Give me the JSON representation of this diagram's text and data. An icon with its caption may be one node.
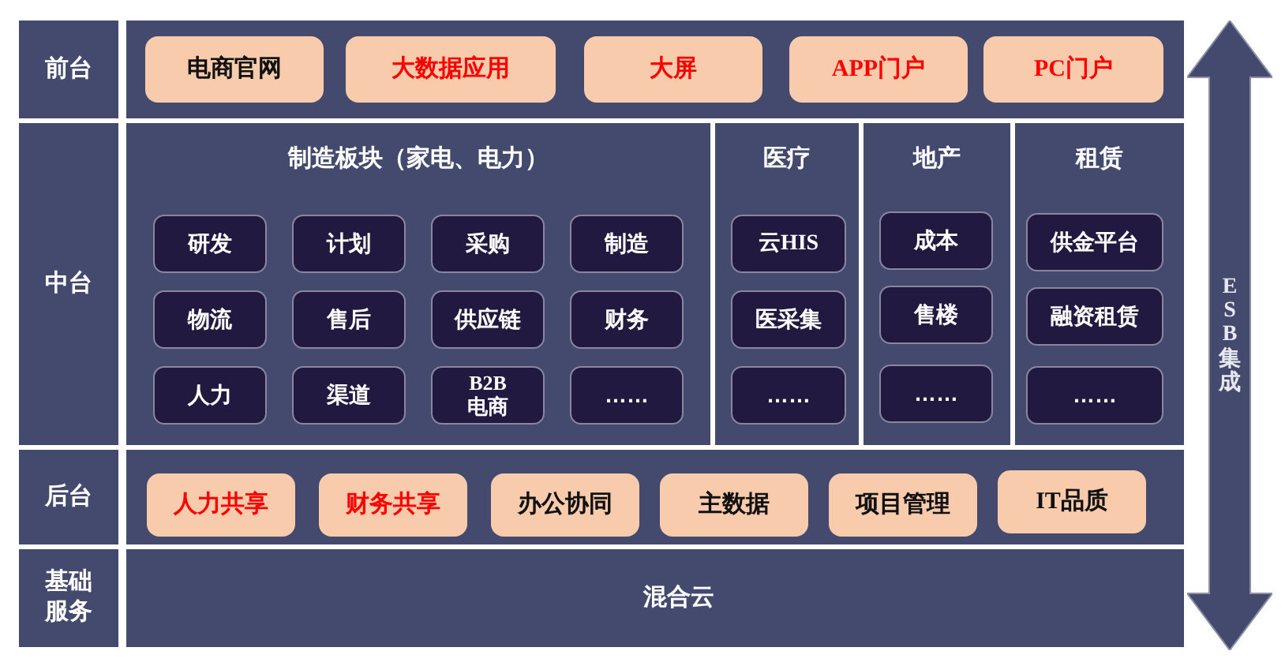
{
  "diagram": {
    "nodes": [
      {
        "text": [
          "前台"
        ]
      },
      {
        "text": [],
        "shape": "box"
      },
      {
        "text": [
          "电商官网"
        ],
        "in": 1
      },
      {
        "text": [
          "大数据应用"
        ],
        "in": 1
      },
      {
        "text": [
          "大屏"
        ],
        "in": 1
      },
      {
        "text": [
          "APP门户"
        ],
        "in": 1
      },
      {
        "text": [
          "PC门户"
        ],
        "in": 1
      },
      {
        "text": [
          "中台"
        ]
      },
      {
        "text": [
          "制造板块（家电、电力）"
        ]
      },
      {
        "text": [
          "研发"
        ],
        "in": 8
      },
      {
        "text": [
          "计划"
        ],
        "in": 8
      },
      {
        "text": [
          "采购"
        ],
        "in": 8
      },
      {
        "text": [
          "制造"
        ],
        "in": 8
      },
      {
        "text": [
          "物流"
        ],
        "in": 8
      },
      {
        "text": [
          "售后"
        ],
        "in": 8
      },
      {
        "text": [
          "供应链"
        ],
        "in": 8
      },
      {
        "text": [
          "财务"
        ],
        "in": 8
      },
      {
        "text": [
          "人力"
        ],
        "in": 8
      },
      {
        "text": [
          "渠道"
        ],
        "in": 8
      },
      {
        "text": [
          "B2B电商"
        ],
        "in": 8
      },
      {
        "text": [
          "……"
        ],
        "in": 8
      },
      {
        "text": [
          "医疗"
        ]
      },
      {
        "text": [
          "云HIS"
        ],
        "in": 21
      },
      {
        "text": [
          "医采集"
        ],
        "in": 21
      },
      {
        "text": [
          "……"
        ],
        "in": 21
      },
      {
        "text": [
          "地产"
        ]
      },
      {
        "text": [
          "成本"
        ],
        "in": 25
      },
      {
        "text": [
          "售楼"
        ],
        "in": 25
      },
      {
        "text": [
          "……"
        ],
        "in": 25
      },
      {
        "text": [
          "租赁"
        ]
      },
      {
        "text": [
          "供金平台"
        ],
        "in": 29
      },
      {
        "text": [
          "融资租赁"
        ],
        "in": 29
      },
      {
        "text": [
          "……"
        ],
        "in": 29
      },
      {
        "text": [
          "后台"
        ]
      },
      {
        "text": [],
        "shape": "box"
      },
      {
        "text": [
          "人力共享"
        ],
        "in": 34
      },
      {
        "text": [
          "财务共享"
        ],
        "in": 34
      },
      {
        "text": [
          "办公协同"
        ],
        "in": 34
      },
      {
        "text": [
          "主数据"
        ],
        "in": 34
      },
      {
        "text": [
          "项目管理"
        ],
        "in": 34
      },
      {
        "text": [
          "IT品质"
        ],
        "in": 34
      },
      {
        "text": [
          "基础服务"
        ]
      },
      {
        "text": [
          "混合云"
        ]
      },
      {
        "text": [
          "ESB集成"
        ]
      }
    ]
  }
}
